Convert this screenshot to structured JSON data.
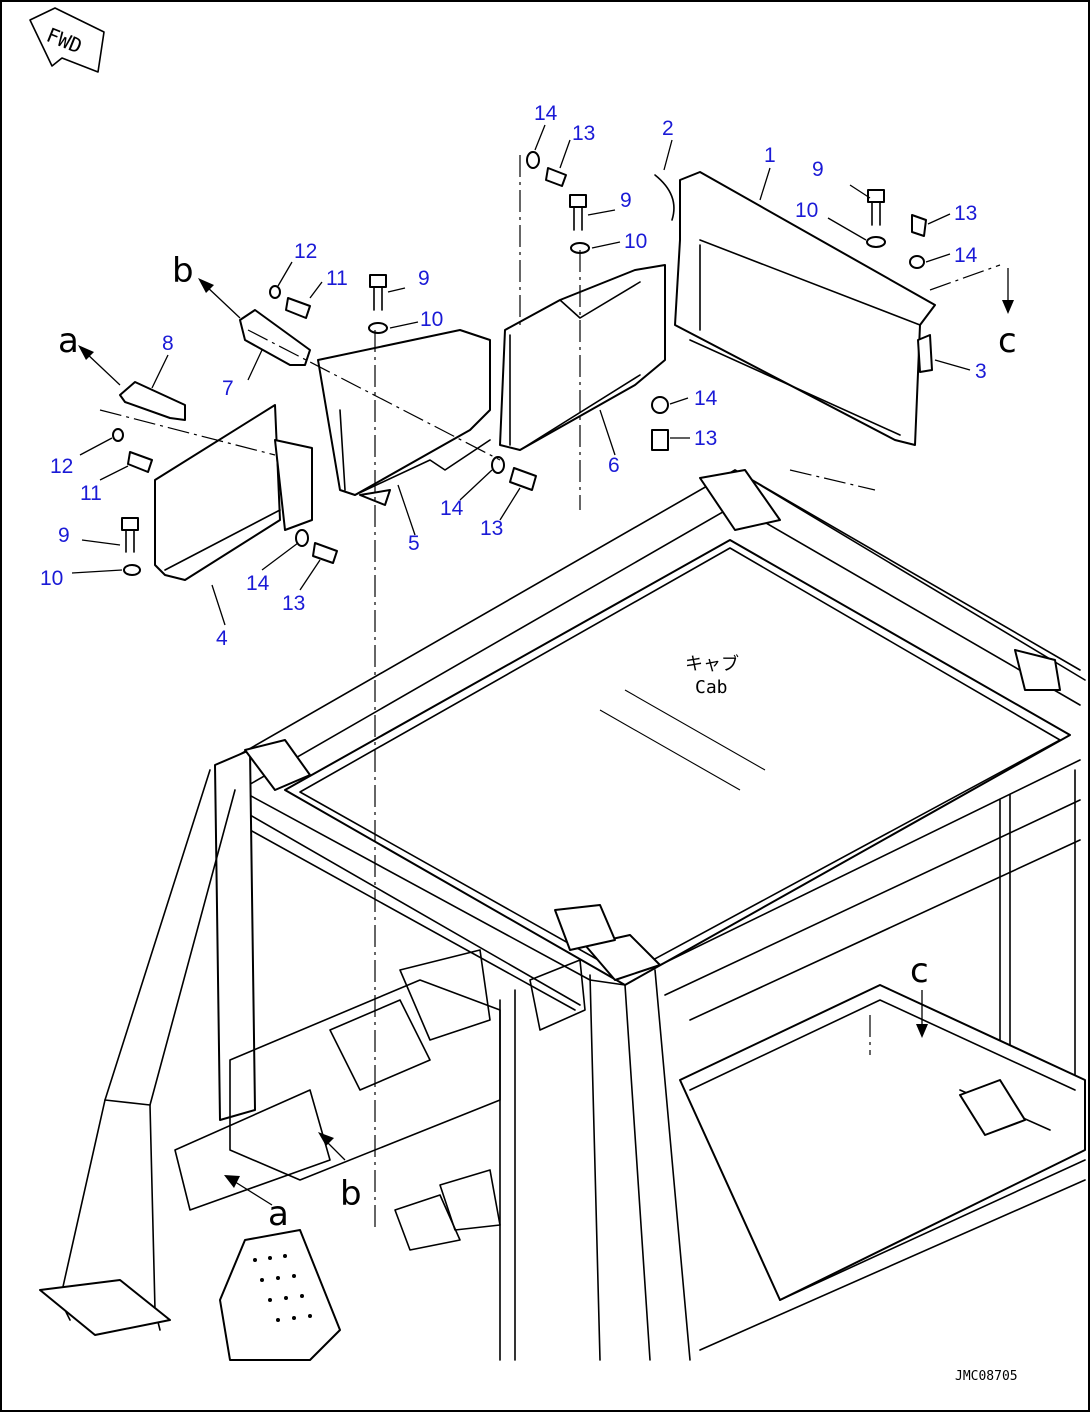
{
  "fwd_label": "FWD",
  "cab_label_jp": "キャブ",
  "cab_label_en": "Cab",
  "drawing_code": "JMC08705",
  "view_letters": {
    "a": "a",
    "b": "b",
    "c": "c"
  },
  "callouts": {
    "p1": "1",
    "p2": "2",
    "p3": "3",
    "p4": "4",
    "p5": "5",
    "p6": "6",
    "p7": "7",
    "p8": "8",
    "p9": "9",
    "p10": "10",
    "p11": "11",
    "p12": "12",
    "p13": "13",
    "p14": "14"
  },
  "colors": {
    "callout": "#1a1ad6",
    "line": "#000000",
    "background": "#ffffff"
  }
}
